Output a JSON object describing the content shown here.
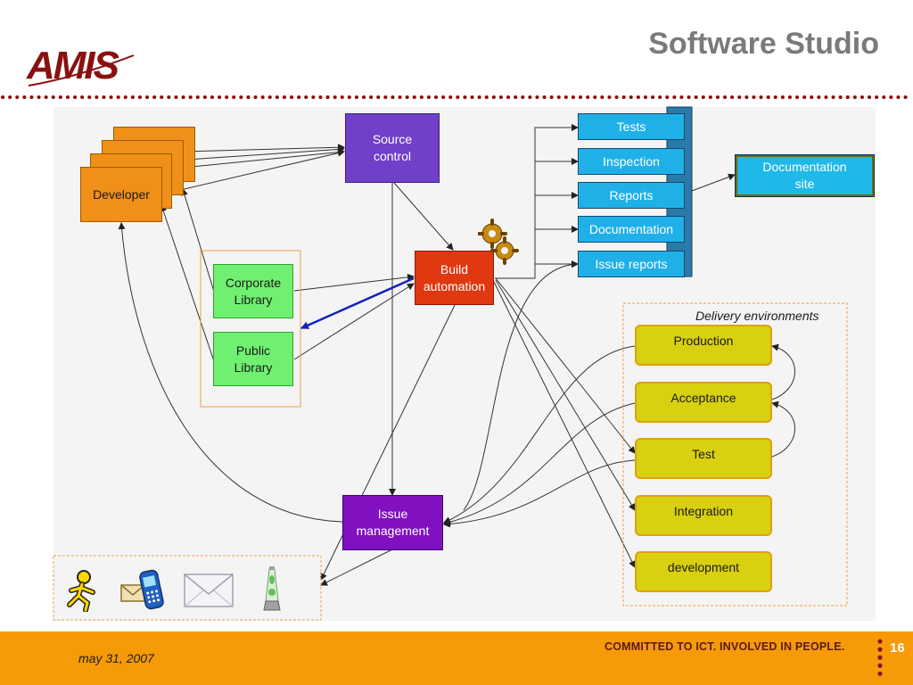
{
  "slide": {
    "title": "Software Studio",
    "logo_text": "AMIS",
    "date": "may 31, 2007",
    "tagline": "COMMITTED TO ICT. INVOLVED IN PEOPLE.",
    "page_number": "16"
  },
  "diagram": {
    "developer": "Developer",
    "source_control": [
      "Source",
      "control"
    ],
    "build_automation": [
      "Build",
      "automation"
    ],
    "issue_management": [
      "Issue",
      "management"
    ],
    "corporate_library": [
      "Corporate",
      "Library"
    ],
    "public_library": [
      "Public",
      "Library"
    ],
    "outputs": [
      "Tests",
      "Inspection",
      "Reports",
      "Documentation",
      "Issue reports"
    ],
    "documentation_site": [
      "Documentation",
      "site"
    ],
    "delivery_label": "Delivery environments",
    "environments": [
      "Production",
      "Acceptance",
      "Test",
      "Integration",
      "development"
    ]
  },
  "icons": [
    "gears-icon",
    "aim-running-man-icon",
    "mobile-phone-sms-icon",
    "email-envelope-icon",
    "lava-lamp-icon"
  ],
  "colors": {
    "footer": "#f79a08",
    "developer": "#f09018",
    "source_control": "#7040c8",
    "build": "#e03810",
    "issue_management": "#8010c0",
    "libraries": "#70f070",
    "outputs": "#20b0e8",
    "environments": "#d8d010"
  }
}
